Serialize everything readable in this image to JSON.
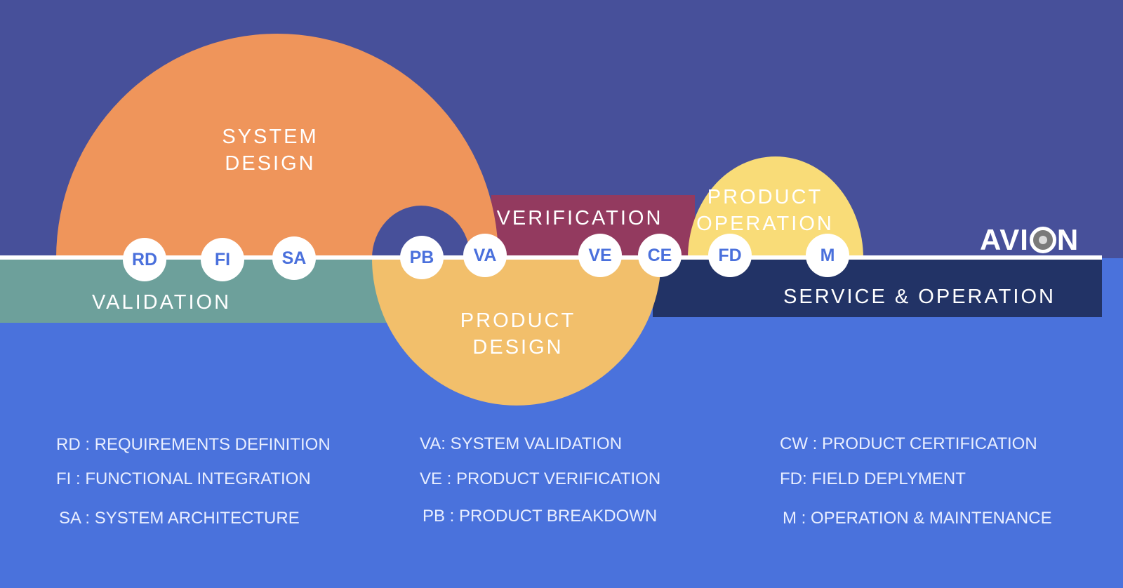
{
  "colors": {
    "top_bg": "#47509a",
    "bottom_bg": "#4a72dc",
    "system_design": "#ef955b",
    "product_design": "#f2bf6b",
    "product_operation": "#f9dc78",
    "verification": "#933a5f",
    "validation": "#6da09b",
    "service_operation": "#223366",
    "node_text": "#4a70dc",
    "line": "#ffffff"
  },
  "phases": {
    "system_design": [
      "SYSTEM",
      "DESIGN"
    ],
    "product_design": [
      "PRODUCT",
      "DESIGN"
    ],
    "product_operation": [
      "PRODUCT",
      "OPERATION"
    ],
    "verification": "VERIFICATION",
    "validation": "VALIDATION",
    "service_operation": "SERVICE & OPERATION"
  },
  "nodes": [
    "RD",
    "FI",
    "SA",
    "PB",
    "VA",
    "VE",
    "CE",
    "FD",
    "M"
  ],
  "logo": {
    "text_left": "AVI",
    "text_right": "N",
    "icon": "gear-icon"
  },
  "legend": {
    "col1": [
      "RD : REQUIREMENTS DEFINITION",
      "FI : FUNCTIONAL INTEGRATION",
      "SA : SYSTEM ARCHITECTURE"
    ],
    "col2": [
      "VA: SYSTEM VALIDATION",
      "VE : PRODUCT VERIFICATION",
      "PB : PRODUCT BREAKDOWN"
    ],
    "col3": [
      "CW : PRODUCT CERTIFICATION",
      "FD: FIELD DEPLYMENT",
      "M : OPERATION & MAINTENANCE"
    ]
  }
}
